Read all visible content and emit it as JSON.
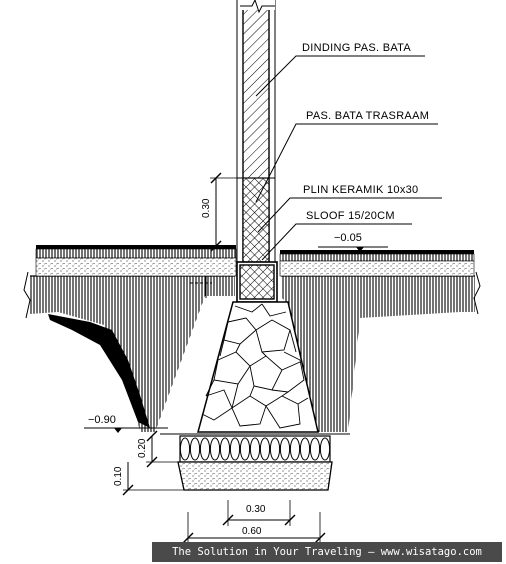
{
  "annotations": {
    "wall": "DINDING PAS. BATA",
    "trasraam": "PAS. BATA TRASRAAM",
    "plin": "PLIN KERAMIK 10x30",
    "sloof": "SLOOF 15/20CM"
  },
  "levels": {
    "floor": "−0.05",
    "bottom": "−0.90"
  },
  "dimensions": {
    "trasraam_height": "0.30",
    "sand_layer": "0.20",
    "lean_concrete": "0.10",
    "top_width": "0.30",
    "bottom_width": "0.60"
  },
  "footer": {
    "credit": "The Solution in Your Traveling – www.wisatago.com"
  },
  "colors": {
    "line": "#000000",
    "footer_bg": "#4a4a4a",
    "footer_text": "#ffffff"
  }
}
